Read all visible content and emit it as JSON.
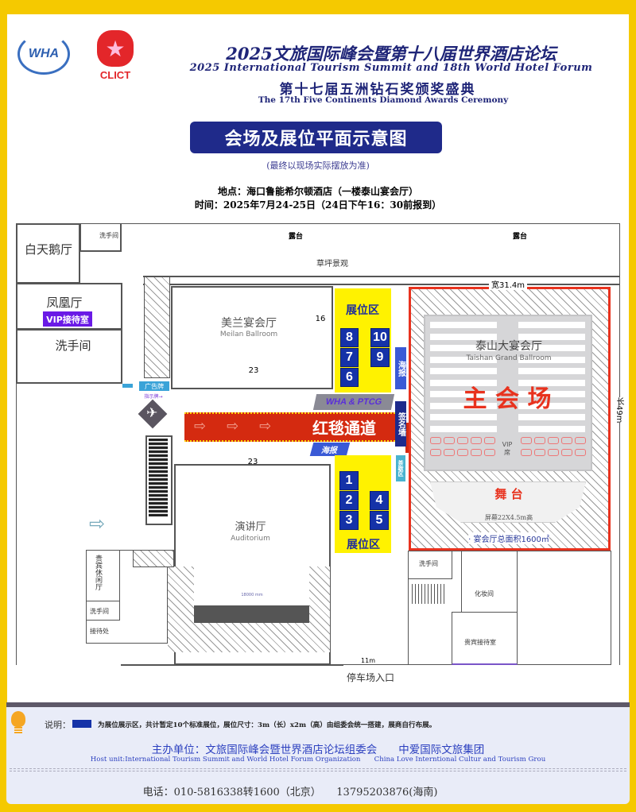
{
  "header": {
    "logo_left": "WHA",
    "logo_right": "CLICT",
    "title_cn": "2025文旅国际峰会暨第十八届世界酒店论坛",
    "title_en": "2025 International Tourism Summit and 18th World Hotel Forum",
    "subtitle_cn": "第十七届五洲钻石奖颁奖盛典",
    "subtitle_en": "The 17th Five Continents Diamond Awards Ceremony",
    "banner": "会场及展位平面示意图",
    "note": "(最终以现场实际摆放为准)",
    "location": "地点：海口鲁能希尔顿酒店（一楼泰山宴会厅）",
    "time": "时间：2025年7月24-25日（24日下午16：30前报到）"
  },
  "plan": {
    "rooms": {
      "baitiane": "白天鹅厅",
      "washroom_small": "洗手间",
      "fenghuang": "凤凰厅",
      "vip_reception": "VIP接待室",
      "washroom_left": "洗手间",
      "meilan_cn": "美兰宴会厅",
      "meilan_en": "Meilan Ballroom",
      "meilan_num_a": "16",
      "meilan_num_b": "23",
      "auditorium_cn": "演讲厅",
      "auditorium_en": "Auditorium",
      "auditorium_num": "23",
      "stage_dim": "18000 mm",
      "vip_lounge": "贵宾休闲厅",
      "washroom_bl": "洗手间",
      "reception_desk": "接待处",
      "washroom_br": "洗手间",
      "makeup": "化妆间",
      "vip_room": "贵宾接待室",
      "terrace_a": "露台",
      "terrace_b": "露台",
      "lawn": "草坪景观",
      "billboard": "广告牌",
      "sign": "指示牌→",
      "entrance_width": "11m",
      "parking": "停车场入口"
    },
    "exhibit_top": {
      "label": "展位区",
      "booths": [
        "8",
        "10",
        "7",
        "9",
        "6"
      ]
    },
    "exhibit_bottom": {
      "label": "展位区",
      "booths": [
        "1",
        "2",
        "4",
        "3",
        "5"
      ]
    },
    "poster_top": "海报",
    "poster_bottom": "海报",
    "sign_wall": "签名墙",
    "tea_break": "茶歇区",
    "wha_ptcg": "WHA & PTCG",
    "red_carpet": "红毯通道",
    "main_hall": {
      "width": "宽31.4m",
      "length": "长49m",
      "name_cn": "泰山大宴会厅",
      "name_en": "Taishan Grand Ballroom",
      "main_label": "主 会 场",
      "vip": "VIP席",
      "stage": "舞 台",
      "screen": "屏幕22X4.5m高",
      "area": "· 宴会厅总面积1600㎡"
    },
    "colors": {
      "booth": "#1532a8",
      "exhibit_zone": "#fff200",
      "red_carpet": "#d42a10",
      "main_border": "#e8321e"
    }
  },
  "footer": {
    "legend_label": "说明：",
    "legend_text": "为展位展示区，共计暂定10个标准展位，展位尺寸：3m（长）x2m（高）由组委会统一搭建，展商自行布展。",
    "host_cn": "主办单位：文旅国际峰会暨世界酒店论坛组委会　　中爱国际文旅集团",
    "host_en": "Host unit:International Tourism Summit and World Hotel Forum Organization　　China Love Interntional Cultur and Tourism Grou",
    "phone": "电话：010-5816338转1600（北京）　　13795203876(海南)"
  }
}
